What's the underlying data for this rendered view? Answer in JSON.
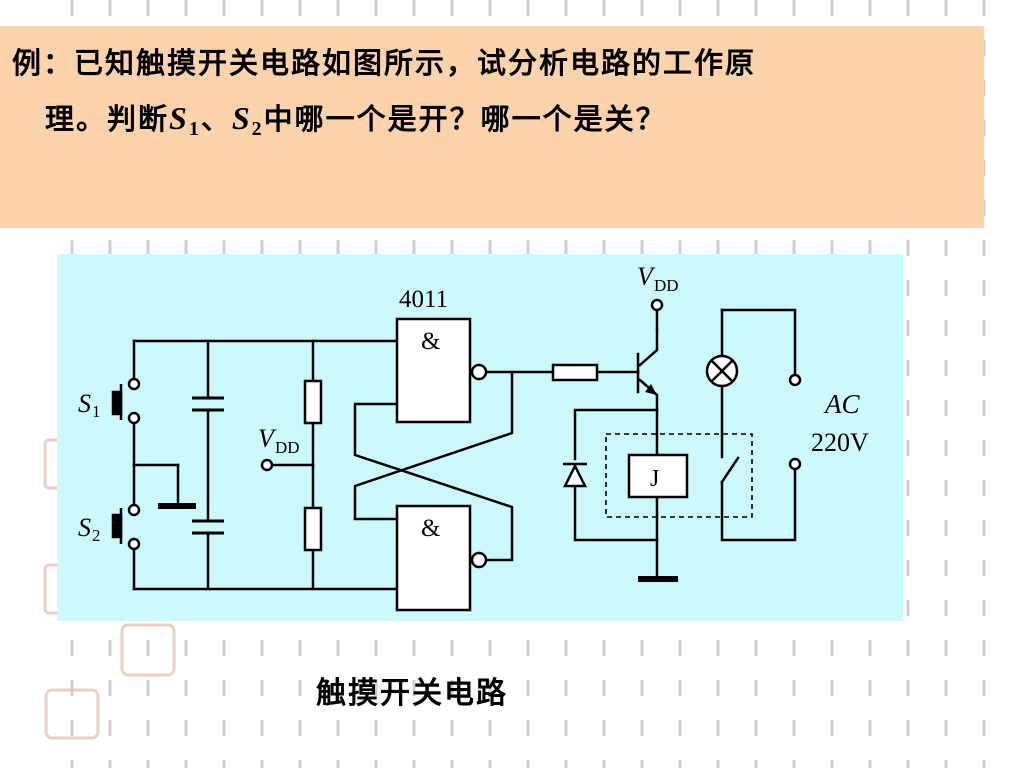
{
  "question": {
    "line1": "例：已知触摸开关电路如图所示，试分析电路的工作原",
    "line2_prefix": "理。判断",
    "s1_letter": "S",
    "s1_sub": "1",
    "separator": "、",
    "s2_letter": "S",
    "s2_sub": "2",
    "line2_suffix": "中哪一个是开？哪一个是关？"
  },
  "diagram": {
    "chip_label": "4011",
    "gate_symbol_top": "&",
    "gate_symbol_bottom": "&",
    "vdd_top_letter": "V",
    "vdd_top_sub": "DD",
    "vdd_mid_letter": "V",
    "vdd_mid_sub": "DD",
    "s1_letter": "S",
    "s1_sub": "1",
    "s2_letter": "S",
    "s2_sub": "2",
    "relay_label": "J",
    "ac_label": "AC",
    "ac_voltage": "220V"
  },
  "caption": "触摸开关电路",
  "colors": {
    "question_bg": "#fcd3aa",
    "diagram_bg": "#ccf9fc",
    "background": "#ffffff",
    "dash_gray": "#c8c8c8"
  }
}
